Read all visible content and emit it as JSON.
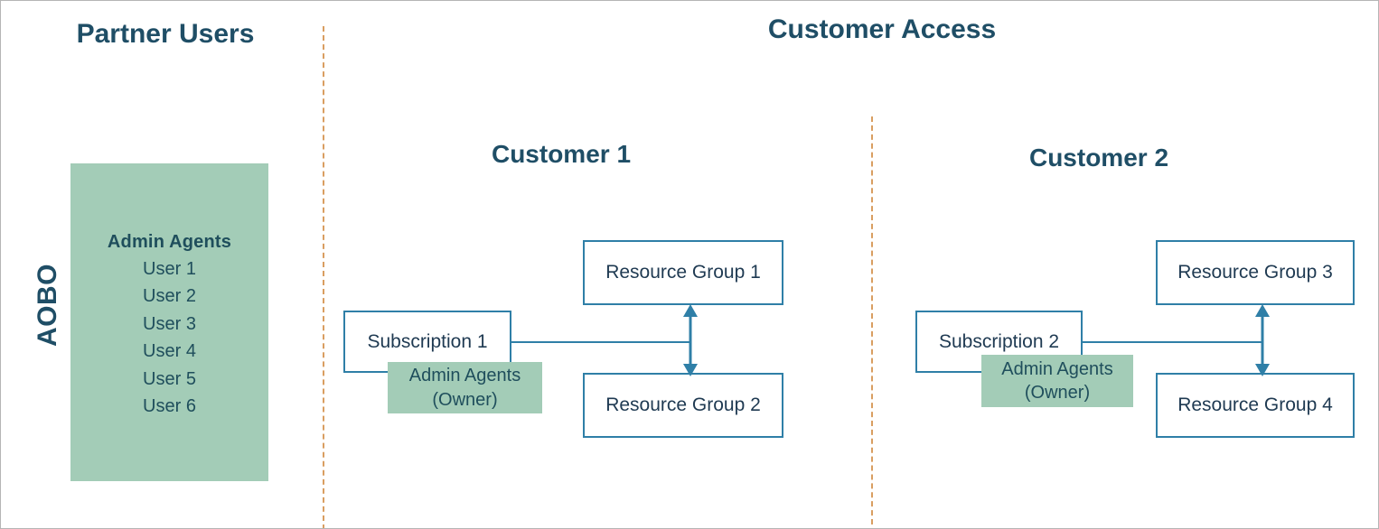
{
  "diagram": {
    "title_left": "Partner Users",
    "title_right": "Customer Access",
    "side_label": "AOBO"
  },
  "colors": {
    "heading": "#1F4E66",
    "box_border": "#2F7FA7",
    "box_text": "#1F3A52",
    "green_fill": "#A3CCB7",
    "green_text": "#1F4E5C",
    "divider": "#D99E61",
    "background": "#FFFFFF"
  },
  "partner_panel": {
    "group_title": "Admin Agents",
    "users": [
      "User 1",
      "User 2",
      "User 3",
      "User 4",
      "User 5",
      "User 6"
    ]
  },
  "customers": [
    {
      "title": "Customer 1",
      "subscription": "Subscription 1",
      "agent_chip": {
        "line1": "Admin Agents",
        "line2": "(Owner)"
      },
      "resource_groups": [
        "Resource Group 1",
        "Resource Group 2"
      ]
    },
    {
      "title": "Customer 2",
      "subscription": "Subscription 2",
      "agent_chip": {
        "line1": "Admin Agents",
        "line2": "(Owner)"
      },
      "resource_groups": [
        "Resource Group 3",
        "Resource Group 4"
      ]
    }
  ]
}
